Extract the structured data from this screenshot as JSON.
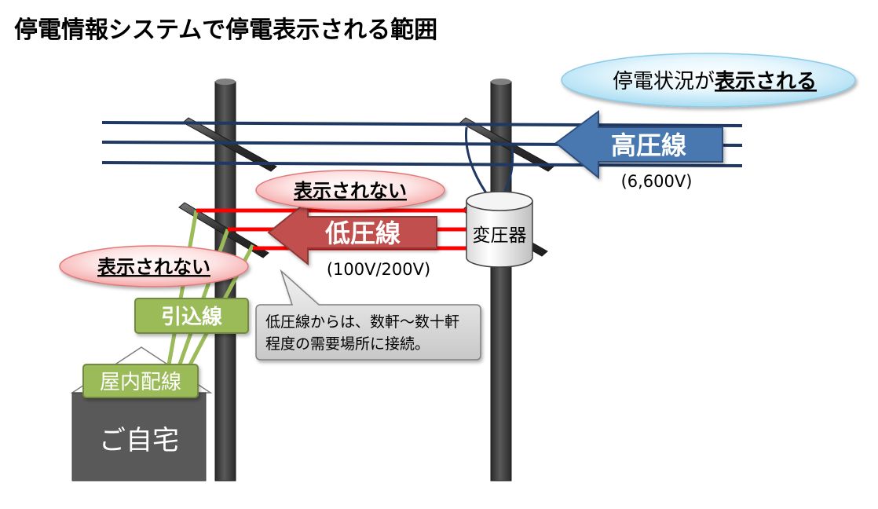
{
  "title": "停電情報システムで停電表示される範囲",
  "status_bubble": {
    "prefix": "停電状況が",
    "emphasis": "表示される"
  },
  "high_voltage": {
    "label": "高圧線",
    "voltage": "(6,600V)"
  },
  "low_voltage": {
    "label": "低圧線",
    "voltage": "(100V/200V)"
  },
  "not_shown_label_1": "表示されない",
  "not_shown_label_2": "表示されない",
  "transformer": "変圧器",
  "service_line": "引込線",
  "indoor_wiring": "屋内配線",
  "home": "ご自宅",
  "note": {
    "line1": "低圧線からは、数軒～数十軒",
    "line2": "程度の需要場所に接続。"
  },
  "colors": {
    "high_voltage_line": "#1f3864",
    "high_voltage_arrow": "#4a78b0",
    "low_voltage_line": "#ff0000",
    "low_voltage_arrow": "#c0504d",
    "service_line": "#9bbb59",
    "pole": "#404040",
    "house": "#595959"
  }
}
